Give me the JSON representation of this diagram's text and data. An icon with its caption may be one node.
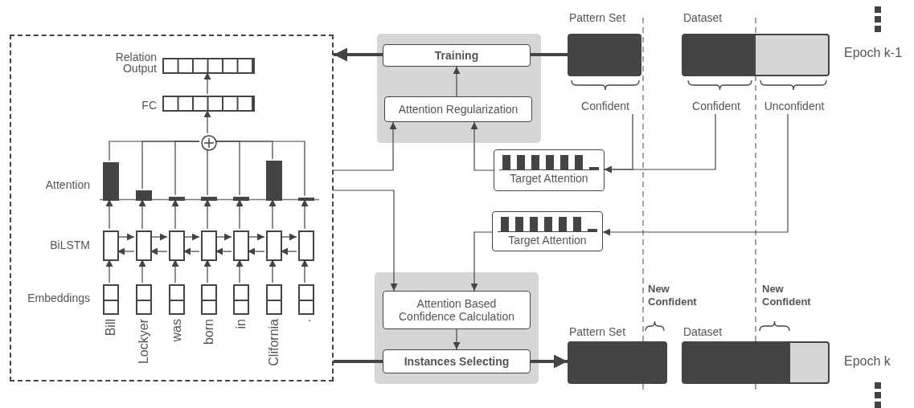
{
  "diagram": {
    "nodes": [
      {
        "text": [],
        "shape": "box"
      },
      {
        "text": [
          "Relation Output"
        ],
        "in": 0
      },
      {
        "text": [
          "FC"
        ],
        "in": 0
      },
      {
        "text": [],
        "shape": "circle",
        "in": 0
      },
      {
        "text": [],
        "shape": "bar",
        "in": 0
      },
      {
        "text": [],
        "shape": "bar",
        "in": 0
      },
      {
        "text": [],
        "shape": "bar",
        "in": 0
      },
      {
        "text": [],
        "shape": "bar",
        "in": 0
      },
      {
        "text": [],
        "shape": "bar",
        "in": 0
      },
      {
        "text": [],
        "shape": "bar",
        "in": 0
      },
      {
        "text": [],
        "shape": "bar",
        "in": 0
      },
      {
        "text": [],
        "shape": "box",
        "in": 0
      },
      {
        "text": [],
        "shape": "box",
        "in": 0
      },
      {
        "text": [],
        "shape": "box",
        "in": 0
      },
      {
        "text": [],
        "shape": "box",
        "in": 0
      },
      {
        "text": [],
        "shape": "box",
        "in": 0
      },
      {
        "text": [],
        "shape": "box",
        "in": 0
      },
      {
        "text": [],
        "shape": "box",
        "in": 0
      },
      {
        "text": [
          "Bill"
        ],
        "in": 0
      },
      {
        "text": [
          "Lockyer"
        ],
        "in": 0
      },
      {
        "text": [
          "was"
        ],
        "in": 0
      },
      {
        "text": [
          "born"
        ],
        "in": 0
      },
      {
        "text": [
          "in"
        ],
        "in": 0
      },
      {
        "text": [
          "Clifornia"
        ],
        "in": 0
      },
      {
        "text": [
          "."
        ],
        "in": 0
      },
      {
        "text": [],
        "shape": "box"
      },
      {
        "text": [
          "Training"
        ],
        "in": 25
      },
      {
        "text": [
          "Attention Regularization"
        ],
        "in": 25
      },
      {
        "text": [
          "Target Attention"
        ]
      },
      {
        "text": [
          "Target Attention"
        ]
      },
      {
        "text": [],
        "shape": "box"
      },
      {
        "text": [
          "Attention Based Confidence Calculation"
        ],
        "in": 30
      },
      {
        "text": [
          "Instances Selecting"
        ],
        "in": 30
      },
      {
        "text": [
          "Pattern Set"
        ]
      },
      {
        "text": [
          "Dataset"
        ]
      },
      {
        "text": [
          "Confident"
        ]
      },
      {
        "text": [
          "Confident"
        ]
      },
      {
        "text": [
          "Unconfident"
        ]
      },
      {
        "text": [
          "Pattern Set"
        ]
      },
      {
        "text": [
          "Dataset"
        ]
      }
    ],
    "edges": [
      {
        "from": 2,
        "to": 1,
        "arrow": "to"
      },
      {
        "from": 3,
        "to": 2,
        "arrow": "to"
      },
      {
        "from": 4,
        "to": 3,
        "arrow": "none"
      },
      {
        "from": 5,
        "to": 3,
        "arrow": "none"
      },
      {
        "from": 6,
        "to": 3,
        "arrow": "none"
      },
      {
        "from": 7,
        "to": 3,
        "arrow": "none"
      },
      {
        "from": 8,
        "to": 3,
        "arrow": "none"
      },
      {
        "from": 9,
        "to": 3,
        "arrow": "none"
      },
      {
        "from": 10,
        "to": 3,
        "arrow": "none"
      },
      {
        "from": 18,
        "to": 11,
        "arrow": "to"
      },
      {
        "from": 19,
        "to": 12,
        "arrow": "to"
      },
      {
        "from": 20,
        "to": 13,
        "arrow": "to"
      },
      {
        "from": 21,
        "to": 14,
        "arrow": "to"
      },
      {
        "from": 22,
        "to": 15,
        "arrow": "to"
      },
      {
        "from": 23,
        "to": 16,
        "arrow": "to"
      },
      {
        "from": 24,
        "to": 17,
        "arrow": "to"
      },
      {
        "from": 11,
        "to": 4,
        "arrow": "to"
      },
      {
        "from": 12,
        "to": 5,
        "arrow": "to"
      },
      {
        "from": 13,
        "to": 6,
        "arrow": "to"
      },
      {
        "from": 14,
        "to": 7,
        "arrow": "to"
      },
      {
        "from": 15,
        "to": 8,
        "arrow": "to"
      },
      {
        "from": 16,
        "to": 9,
        "arrow": "to"
      },
      {
        "from": 17,
        "to": 10,
        "arrow": "to"
      },
      {
        "from": 11,
        "to": 12,
        "arrow": "to"
      },
      {
        "from": 12,
        "to": 13,
        "arrow": "to"
      },
      {
        "from": 13,
        "to": 14,
        "arrow": "to"
      },
      {
        "from": 14,
        "to": 15,
        "arrow": "to"
      },
      {
        "from": 15,
        "to": 16,
        "arrow": "to"
      },
      {
        "from": 16,
        "to": 17,
        "arrow": "to"
      },
      {
        "from": 12,
        "to": 11,
        "arrow": "to"
      },
      {
        "from": 13,
        "to": 12,
        "arrow": "to"
      },
      {
        "from": 14,
        "to": 13,
        "arrow": "to"
      },
      {
        "from": 15,
        "to": 14,
        "arrow": "to"
      },
      {
        "from": 16,
        "to": 15,
        "arrow": "to"
      },
      {
        "from": 17,
        "to": 16,
        "arrow": "to"
      },
      {
        "from": 27,
        "to": 26,
        "arrow": "to"
      },
      {
        "from": 33,
        "to": 26,
        "arrow": "none",
        "style": "thick"
      },
      {
        "from": 26,
        "to": 0,
        "arrow": "to",
        "style": "thick"
      },
      {
        "from": 0,
        "to": 27,
        "arrow": "to"
      },
      {
        "from": 28,
        "to": 27,
        "arrow": "to"
      },
      {
        "from": 35,
        "to": 28,
        "arrow": "to"
      },
      {
        "from": 36,
        "to": 28,
        "arrow": "to"
      },
      {
        "from": 37,
        "to": 29,
        "arrow": "to"
      },
      {
        "from": 0,
        "to": 31,
        "arrow": "to"
      },
      {
        "from": 29,
        "to": 31,
        "arrow": "to"
      },
      {
        "from": 31,
        "to": 32,
        "arrow": "to"
      },
      {
        "from": 0,
        "to": 32,
        "arrow": "none",
        "style": "thick"
      },
      {
        "from": 32,
        "to": 38,
        "arrow": "to",
        "style": "thick"
      }
    ],
    "labels": [
      "Attention",
      "BiLSTM",
      "Embeddings",
      "Epoch k-1",
      "New Confident",
      "New Confident",
      "Epoch k"
    ]
  }
}
